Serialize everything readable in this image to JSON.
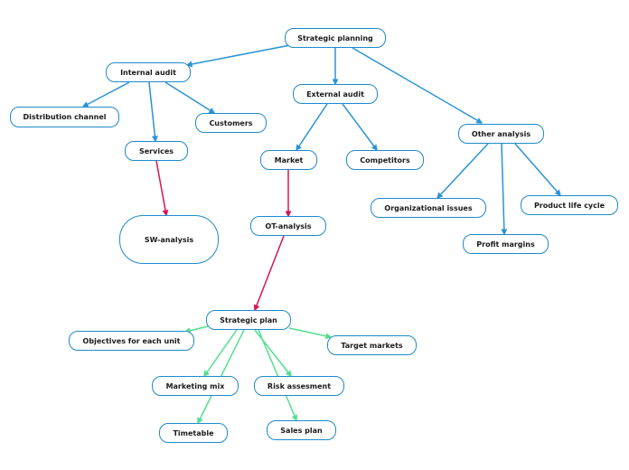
{
  "colors": {
    "node_border": "#1f8ac9",
    "link_blue": "#2a93d5",
    "link_red": "#d6125a",
    "link_green": "#52e08e"
  },
  "nodes": {
    "strategic_planning": "Strategic planning",
    "internal_audit": "Internal audit",
    "external_audit": "External audit",
    "other_analysis": "Other analysis",
    "distribution_channel": "Distribution channel",
    "customers": "Customers",
    "services": "Services",
    "sw_analysis": "SW-analysis",
    "market": "Market",
    "competitors": "Competitors",
    "ot_analysis": "OT-analysis",
    "organizational_issues": "Organizational issues",
    "product_life_cycle": "Product life cycle",
    "profit_margins": "Profit margins",
    "strategic_plan": "Strategic plan",
    "objectives_each_unit": "Objectives for each unit",
    "target_markets": "Target markets",
    "marketing_mix": "Marketing mix",
    "risk_assesment": "Risk assesment",
    "timetable": "Timetable",
    "sales_plan": "Sales plan"
  },
  "edges": [
    {
      "from": "strategic_planning",
      "to": "internal_audit",
      "color": "blue"
    },
    {
      "from": "strategic_planning",
      "to": "external_audit",
      "color": "blue"
    },
    {
      "from": "strategic_planning",
      "to": "other_analysis",
      "color": "blue"
    },
    {
      "from": "internal_audit",
      "to": "distribution_channel",
      "color": "blue"
    },
    {
      "from": "internal_audit",
      "to": "services",
      "color": "blue"
    },
    {
      "from": "internal_audit",
      "to": "customers",
      "color": "blue"
    },
    {
      "from": "services",
      "to": "sw_analysis",
      "color": "red"
    },
    {
      "from": "external_audit",
      "to": "market",
      "color": "blue"
    },
    {
      "from": "external_audit",
      "to": "competitors",
      "color": "blue"
    },
    {
      "from": "market",
      "to": "ot_analysis",
      "color": "red"
    },
    {
      "from": "other_analysis",
      "to": "organizational_issues",
      "color": "blue"
    },
    {
      "from": "other_analysis",
      "to": "profit_margins",
      "color": "blue"
    },
    {
      "from": "other_analysis",
      "to": "product_life_cycle",
      "color": "blue"
    },
    {
      "from": "ot_analysis",
      "to": "strategic_plan",
      "color": "red"
    },
    {
      "from": "strategic_plan",
      "to": "objectives_each_unit",
      "color": "green"
    },
    {
      "from": "strategic_plan",
      "to": "target_markets",
      "color": "green"
    },
    {
      "from": "strategic_plan",
      "to": "marketing_mix",
      "color": "green"
    },
    {
      "from": "strategic_plan",
      "to": "timetable",
      "color": "green"
    },
    {
      "from": "strategic_plan",
      "to": "risk_assesment",
      "color": "green"
    },
    {
      "from": "strategic_plan",
      "to": "sales_plan",
      "color": "green"
    }
  ]
}
